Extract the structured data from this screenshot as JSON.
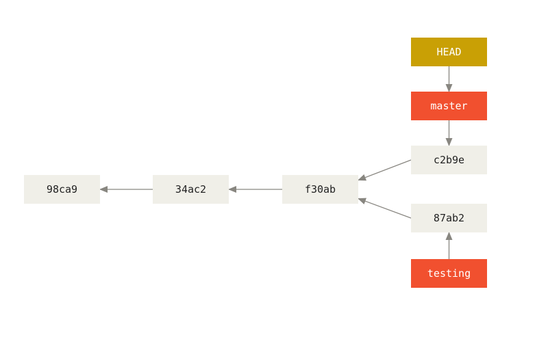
{
  "colors": {
    "commit_fill": "#f0efe8",
    "branch_fill": "#f1502f",
    "head_fill": "#c9a005",
    "arrow": "#888680"
  },
  "commits": [
    {
      "id": "98ca9",
      "label": "98ca9"
    },
    {
      "id": "34ac2",
      "label": "34ac2"
    },
    {
      "id": "f30ab",
      "label": "f30ab"
    },
    {
      "id": "c2b9e",
      "label": "c2b9e"
    },
    {
      "id": "87ab2",
      "label": "87ab2"
    }
  ],
  "branches": [
    {
      "id": "master",
      "label": "master"
    },
    {
      "id": "testing",
      "label": "testing"
    }
  ],
  "head": {
    "label": "HEAD"
  },
  "arrows": [
    {
      "from": "34ac2",
      "to": "98ca9"
    },
    {
      "from": "f30ab",
      "to": "34ac2"
    },
    {
      "from": "c2b9e",
      "to": "f30ab"
    },
    {
      "from": "87ab2",
      "to": "f30ab"
    },
    {
      "from": "HEAD",
      "to": "master"
    },
    {
      "from": "master",
      "to": "c2b9e"
    },
    {
      "from": "testing",
      "to": "87ab2"
    }
  ]
}
